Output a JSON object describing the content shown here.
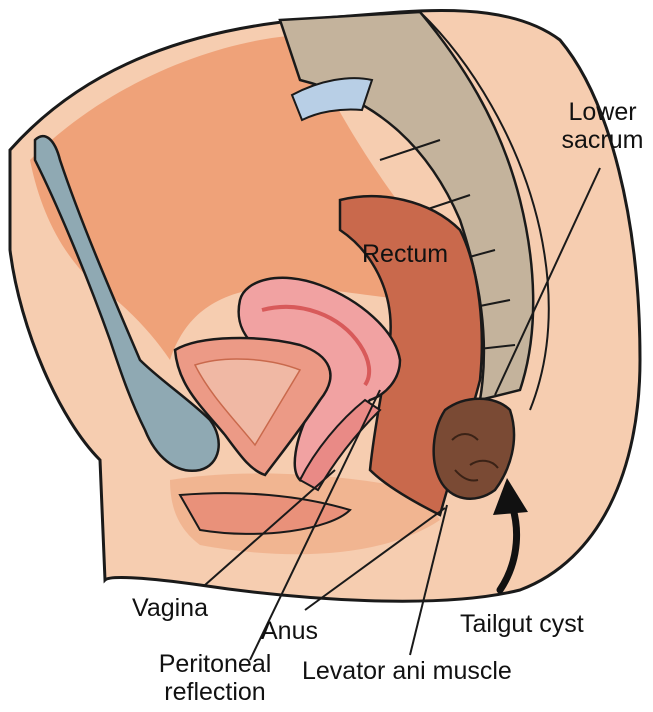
{
  "labels": {
    "lower_sacrum": "Lower\nsacrum",
    "rectum": "Rectum",
    "vagina": "Vagina",
    "anus": "Anus",
    "peritoneal_reflection": "Peritoneal\nreflection",
    "levator_ani": "Levator ani muscle",
    "tailgut_cyst": "Tailgut cyst"
  },
  "colors": {
    "body_skin": "#f5c8a6",
    "abdomen": "#ee9f76",
    "sacrum_bone": "#b9a68f",
    "disc": "#b8cfe6",
    "bladder": "#8fa9b3",
    "rectum": "#c9694c",
    "uterus": "#f1a2a2",
    "vagina": "#e98a86",
    "cyst": "#7a4a34",
    "outline": "#1a1a1a"
  }
}
